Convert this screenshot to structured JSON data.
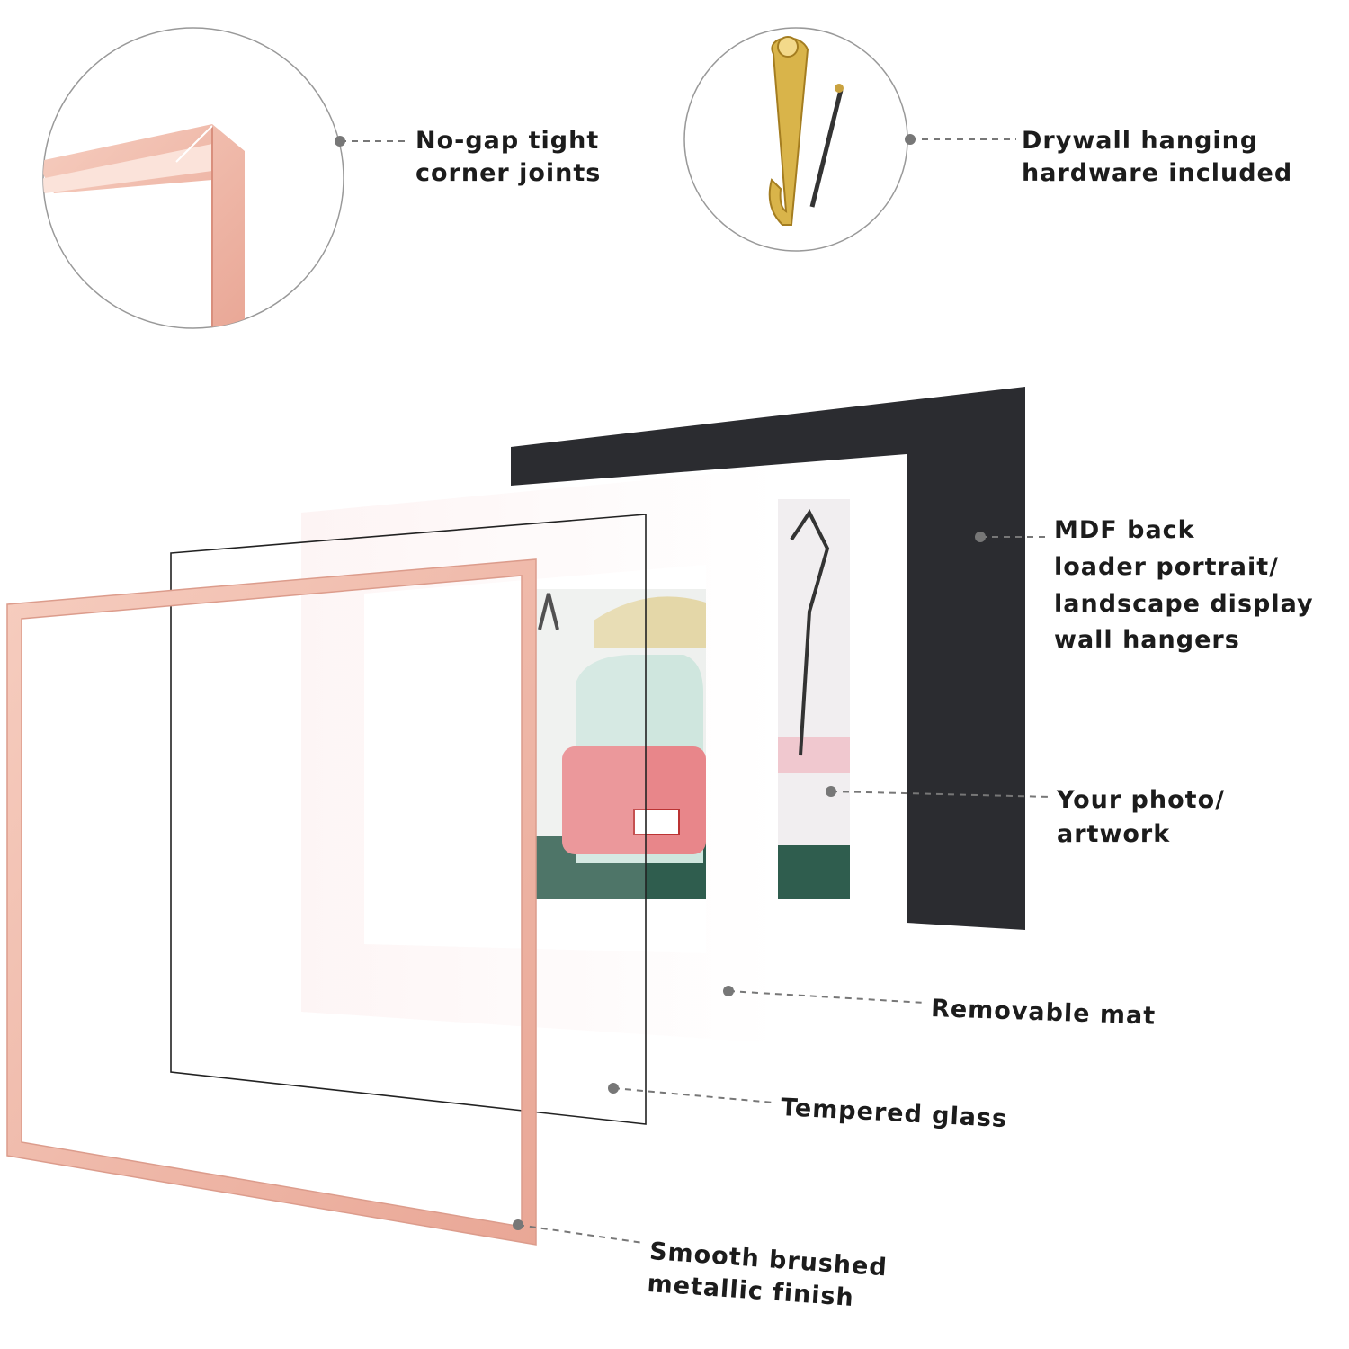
{
  "callouts": {
    "corner": {
      "lines": [
        "No-gap tight",
        "corner joints"
      ]
    },
    "hardware": {
      "lines": [
        "Drywall hanging",
        "hardware included"
      ]
    },
    "back": {
      "lines": [
        "MDF back",
        "loader portrait/",
        "landscape display",
        "wall hangers"
      ]
    },
    "photo": {
      "lines": [
        "Your photo/",
        "artwork"
      ]
    },
    "mat": {
      "lines": [
        "Removable mat"
      ]
    },
    "glass": {
      "lines": [
        "Tempered glass"
      ]
    },
    "frame": {
      "lines": [
        "Smooth brushed",
        "metallic finish"
      ]
    }
  },
  "colors": {
    "frame": "#f1b9a8",
    "back": "#2b2c30",
    "hardware": "#d9b44a",
    "mat": "#fbf6f6",
    "accent_car": "#e8868a",
    "ground": "#2f5d4e"
  }
}
